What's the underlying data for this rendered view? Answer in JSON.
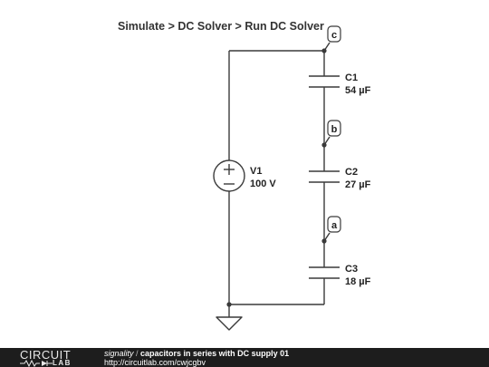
{
  "header": {
    "command_path": "Simulate > DC Solver > Run DC Solver"
  },
  "components": {
    "v1": {
      "name": "V1",
      "value": "100 V"
    },
    "c1": {
      "name": "C1",
      "value": "54 µF"
    },
    "c2": {
      "name": "C2",
      "value": "27 µF"
    },
    "c3": {
      "name": "C3",
      "value": "18 µF"
    }
  },
  "nodes": {
    "c": "c",
    "b": "b",
    "a": "a"
  },
  "footer": {
    "logo_top": "CIRCUIT",
    "logo_bottom": "LAB",
    "author": "signality",
    "separator": " / ",
    "title": "capacitors in series with DC supply 01",
    "url": "http://circuitlab.com/cwjcgbv"
  }
}
